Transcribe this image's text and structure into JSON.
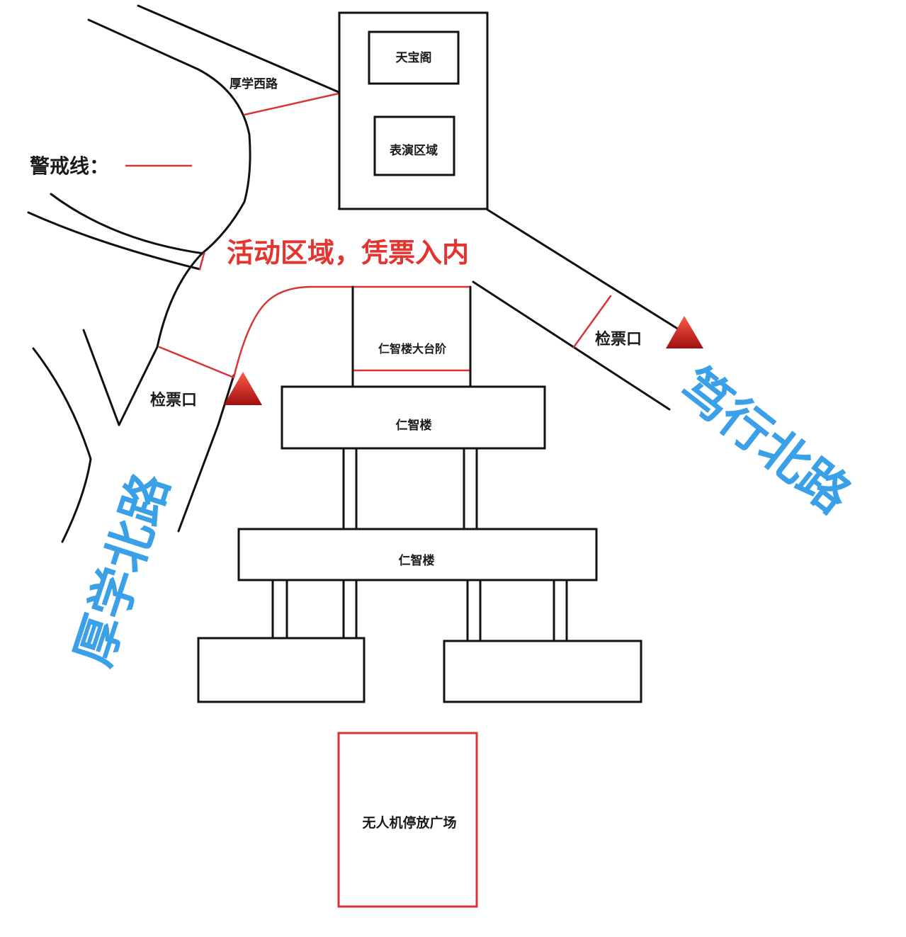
{
  "legend": {
    "label": "警戒线：",
    "line_color": "#d9333a"
  },
  "banner": {
    "text": "活动区域，凭票入内",
    "color": "#e3342f"
  },
  "roads": {
    "houxue_west": "厚学西路",
    "houxue_north": "厚学北路",
    "duxing_north": "笃行北路",
    "road_label_color": "#3aa0e8"
  },
  "buildings": {
    "tianbaoge": "天宝阁",
    "performance_area": "表演区域",
    "renzhi_steps": "仁智楼大台阶",
    "renzhi_upper": "仁智楼",
    "renzhi_lower": "仁智楼",
    "drone_plaza": "无人机停放广场"
  },
  "checkpoints": {
    "west": "检票口",
    "east": "检票口",
    "marker_color": "#c81e1e"
  }
}
